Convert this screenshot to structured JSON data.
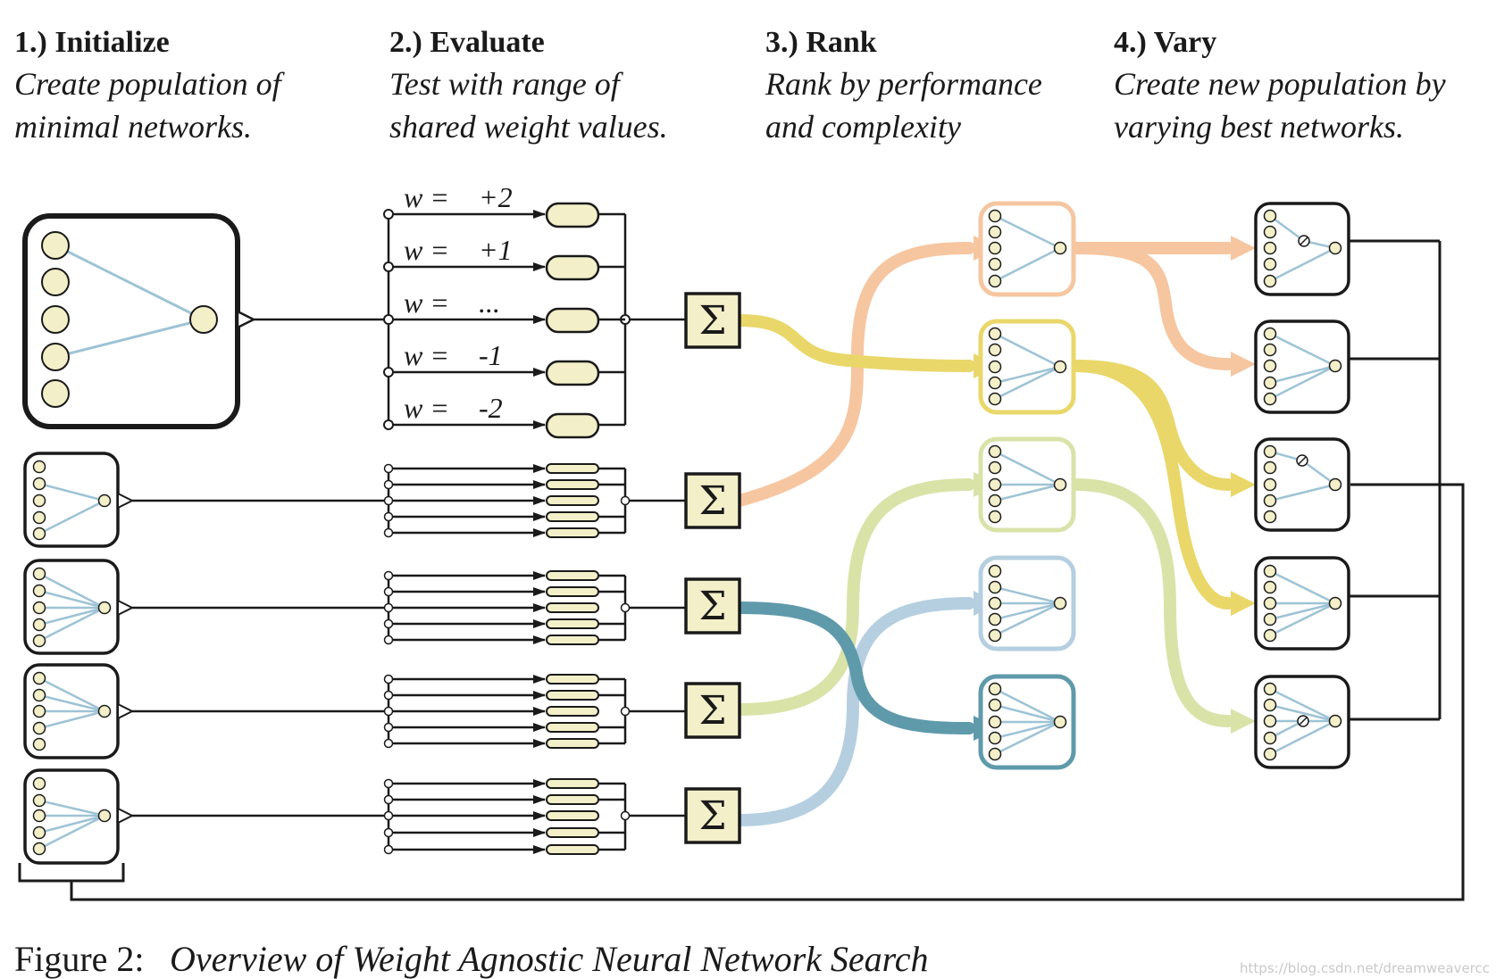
{
  "steps": [
    {
      "title": "1.) Initialize",
      "line1": "Create population of",
      "line2": "minimal networks."
    },
    {
      "title": "2.) Evaluate",
      "line1": "Test with range of",
      "line2": "shared weight values."
    },
    {
      "title": "3.) Rank",
      "line1": "Rank by performance",
      "line2": "and complexity"
    },
    {
      "title": "4.) Vary",
      "line1": "Create new population by",
      "line2": "varying best networks."
    }
  ],
  "weights": [
    {
      "lhs": "w =",
      "rhs": "+2"
    },
    {
      "lhs": "w =",
      "rhs": "+1"
    },
    {
      "lhs": "w =",
      "rhs": "..."
    },
    {
      "lhs": "w =",
      "rhs": "-1"
    },
    {
      "lhs": "w =",
      "rhs": "-2"
    }
  ],
  "sum_symbol": "Σ",
  "caption": {
    "label": "Figure 2:",
    "text": "Overview of Weight Agnostic Neural Network Search"
  },
  "watermark": "https://blog.csdn.net/dreamweavercc",
  "colors": {
    "node_fill": "#f3efc8",
    "connection": "#9ec3d6",
    "rank_orange": "#f6c6a0",
    "rank_yellow": "#e9d76a",
    "rank_green": "#d9e3a8",
    "rank_lightblue": "#b5cfe0",
    "rank_teal": "#5f9aab"
  }
}
